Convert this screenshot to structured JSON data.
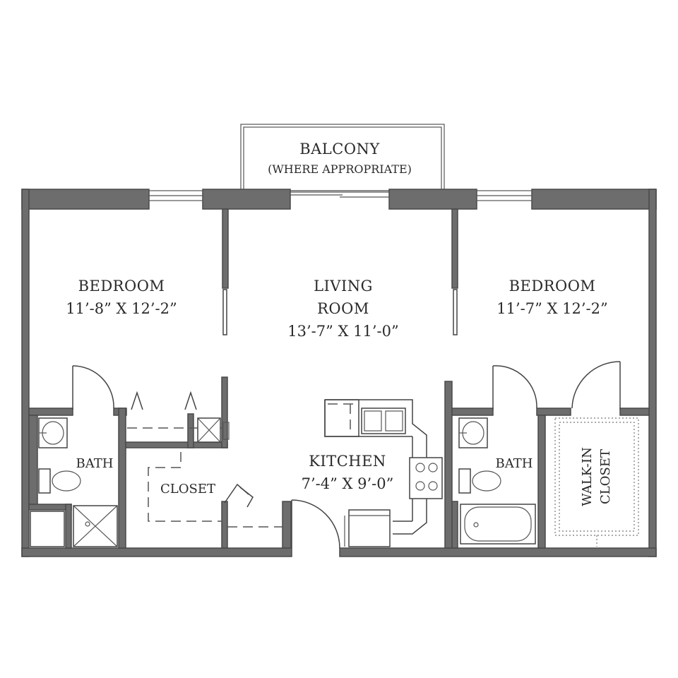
{
  "rooms": {
    "balcony": {
      "name": "BALCONY",
      "note": "(WHERE APPROPRIATE)"
    },
    "bedroom_left": {
      "name": "BEDROOM",
      "dims": "11’-8” X 12’-2”"
    },
    "living": {
      "name_line1": "LIVING",
      "name_line2": "ROOM",
      "dims": "13’-7” X 11’-0”"
    },
    "bedroom_right": {
      "name": "BEDROOM",
      "dims": "11’-7” X 12’-2”"
    },
    "bath_left": {
      "name": "BATH"
    },
    "closet": {
      "name": "CLOSET"
    },
    "kitchen": {
      "name": "KITCHEN",
      "dims": "7’-4” X 9’-0”"
    },
    "bath_right": {
      "name": "BATH"
    },
    "walk_in_closet": {
      "name_line1": "WALK-IN",
      "name_line2": "CLOSET"
    }
  }
}
